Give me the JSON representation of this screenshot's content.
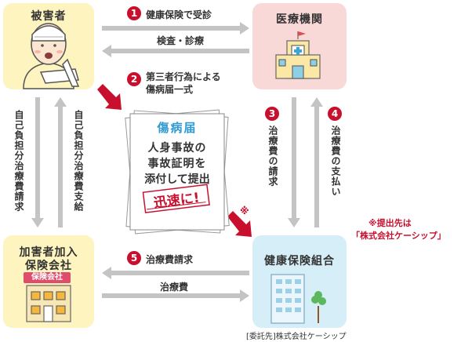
{
  "nodes": {
    "victim": "被害者",
    "hospital": "医療機関",
    "insurer": "加害者加入\n保険会社",
    "insurer_sign": "保険会社",
    "union": "健康保険組合",
    "consignee": "[委託先]株式会社ケーシップ"
  },
  "steps": {
    "s1": {
      "num": "1",
      "label": "健康保険で受診"
    },
    "s1_back": "検査・診療",
    "s2": {
      "num": "2",
      "label": "第三者行為による\n傷病届一式"
    },
    "s3": {
      "num": "3",
      "label": "治療費の請求"
    },
    "s4": {
      "num": "4",
      "label": "治療費の支払い"
    },
    "s5": {
      "num": "5",
      "label": "治療費請求"
    },
    "s5_back": "治療費"
  },
  "side": {
    "left": "自己負担分治療費請求",
    "right": "自己負担分治療費支給"
  },
  "document": {
    "title": "傷病届",
    "line1": "人身事故の",
    "line2": "事故証明を",
    "line3": "添付して提出",
    "stamp": "迅速に!"
  },
  "note": {
    "mark": "※",
    "line1": "※提出先は",
    "line2": "「株式会社ケーシップ」"
  },
  "colors": {
    "victim": "#fdf4bf",
    "hospital": "#f9d8d8",
    "insurer": "#fdf4bf",
    "union": "#d6eef7",
    "accent": "#c8102e",
    "arrow": "#c4c4c4"
  }
}
